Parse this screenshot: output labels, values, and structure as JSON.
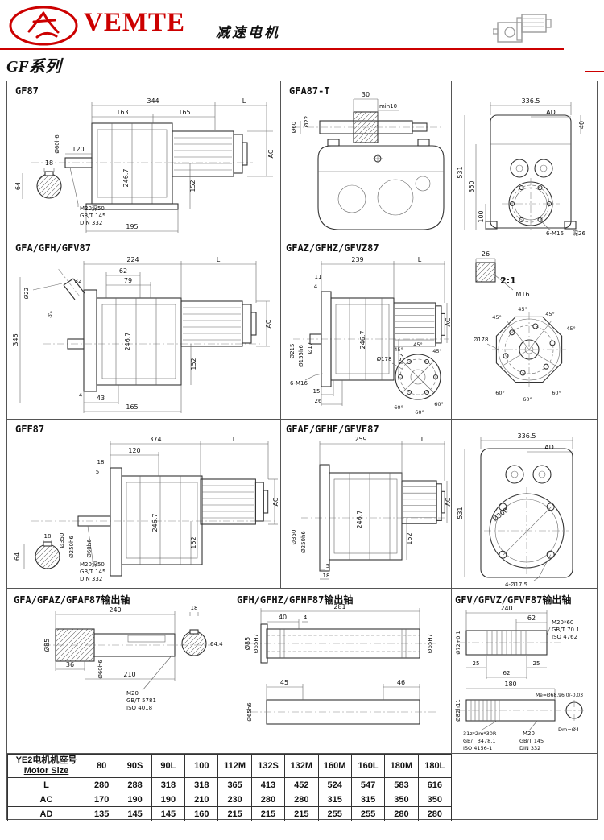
{
  "header": {
    "brand": "VEMTE",
    "doc_title": "减速电机",
    "series_title": "GF系列"
  },
  "colors": {
    "accent": "#cc0000"
  },
  "panels": {
    "r1p1": {
      "title": "GF87",
      "labels": [
        "344",
        "L",
        "163",
        "165",
        "AC",
        "18",
        "Ø60h6",
        "120",
        "246.7",
        "64",
        "152",
        "195",
        "M20深50",
        "GB/T 145",
        "DIN 332"
      ]
    },
    "r1p2": {
      "title": "GFA87-T",
      "labels": [
        "30",
        "min10",
        "Ø60",
        "Ø22"
      ]
    },
    "r1p3": {
      "labels": [
        "336.5",
        "AD",
        "531",
        "350",
        "100",
        "40",
        "6-M16",
        "深26"
      ]
    },
    "r2p1": {
      "title": "GFA/GFH/GFV87",
      "labels": [
        "224",
        "L",
        "62",
        "79",
        "32",
        "Ø22",
        "346",
        "AC",
        "246.7",
        "5°",
        "4",
        "43",
        "165",
        "152"
      ]
    },
    "r2p2": {
      "title": "GFAZ/GFHZ/GFVZ87",
      "labels": [
        "239",
        "L",
        "11",
        "4",
        "AC",
        "246.7",
        "Ø215",
        "Ø155h6",
        "Ø17",
        "6-M16",
        "15",
        "26",
        "152",
        "Ø178",
        "45°",
        "45°",
        "45°",
        "60°",
        "60°",
        "60°"
      ]
    },
    "r2p3": {
      "labels": [
        "26",
        "2:1",
        "M16",
        "Ø178",
        "45°",
        "45°",
        "45°",
        "45°",
        "60°",
        "60°",
        "60°"
      ]
    },
    "r3p1": {
      "title": "GFF87",
      "labels": [
        "374",
        "L",
        "120",
        "18",
        "5",
        "AC",
        "246.7",
        "Ø350",
        "Ø250h6",
        "Ø60h6",
        "18",
        "64",
        "152",
        "M20深50",
        "GB/T 145",
        "DIN 332"
      ]
    },
    "r3p2": {
      "title": "GFAF/GFHF/GFVF87",
      "labels": [
        "259",
        "L",
        "AC",
        "246.7",
        "Ø350",
        "Ø250h6",
        "5",
        "18",
        "152"
      ]
    },
    "r3p3": {
      "labels": [
        "336.5",
        "AD",
        "531",
        "Ø300",
        "4-Ø17.5"
      ]
    },
    "r4p1": {
      "title": "GFA/GFAZ/GFAF87输出轴",
      "labels": [
        "240",
        "18",
        "Ø85",
        "Ø60h6",
        "36",
        "210",
        "M20",
        "GB/T 5781",
        "ISO 4018",
        "64.4"
      ]
    },
    "r4p2": {
      "title": "GFH/GFHZ/GFHF87输出轴",
      "labels": [
        "281",
        "40",
        "4",
        "Ø85",
        "Ø65H7",
        "Ø65H7",
        "45",
        "46",
        "Ø65h6"
      ]
    },
    "r4p3": {
      "title": "GFV/GFVZ/GFVF87输出轴",
      "labels": [
        "240",
        "62",
        "Ø72+0.1",
        "M20*60",
        "GB/T 70.1",
        "ISO 4762",
        "25",
        "25",
        "62",
        "Ø82h11",
        "180",
        "Me=Ø68.96 0/-0.03",
        "31z*2m*30R",
        "GB/T 3478.1",
        "ISO 4156-1",
        "M20",
        "GB/T 145",
        "DIN 332",
        "Dm=Ø4"
      ]
    }
  },
  "table": {
    "row_header_cn": "YE2电机机座号",
    "row_header_en": "Motor Size",
    "columns": [
      "80",
      "90S",
      "90L",
      "100",
      "112M",
      "132S",
      "132M",
      "160M",
      "160L",
      "180M",
      "180L"
    ],
    "rows": [
      {
        "label": "L",
        "values": [
          "280",
          "288",
          "318",
          "318",
          "365",
          "413",
          "452",
          "524",
          "547",
          "583",
          "616"
        ]
      },
      {
        "label": "AC",
        "values": [
          "170",
          "190",
          "190",
          "210",
          "230",
          "280",
          "280",
          "315",
          "315",
          "350",
          "350"
        ]
      },
      {
        "label": "AD",
        "values": [
          "135",
          "145",
          "145",
          "160",
          "215",
          "215",
          "215",
          "255",
          "255",
          "280",
          "280"
        ]
      }
    ]
  }
}
